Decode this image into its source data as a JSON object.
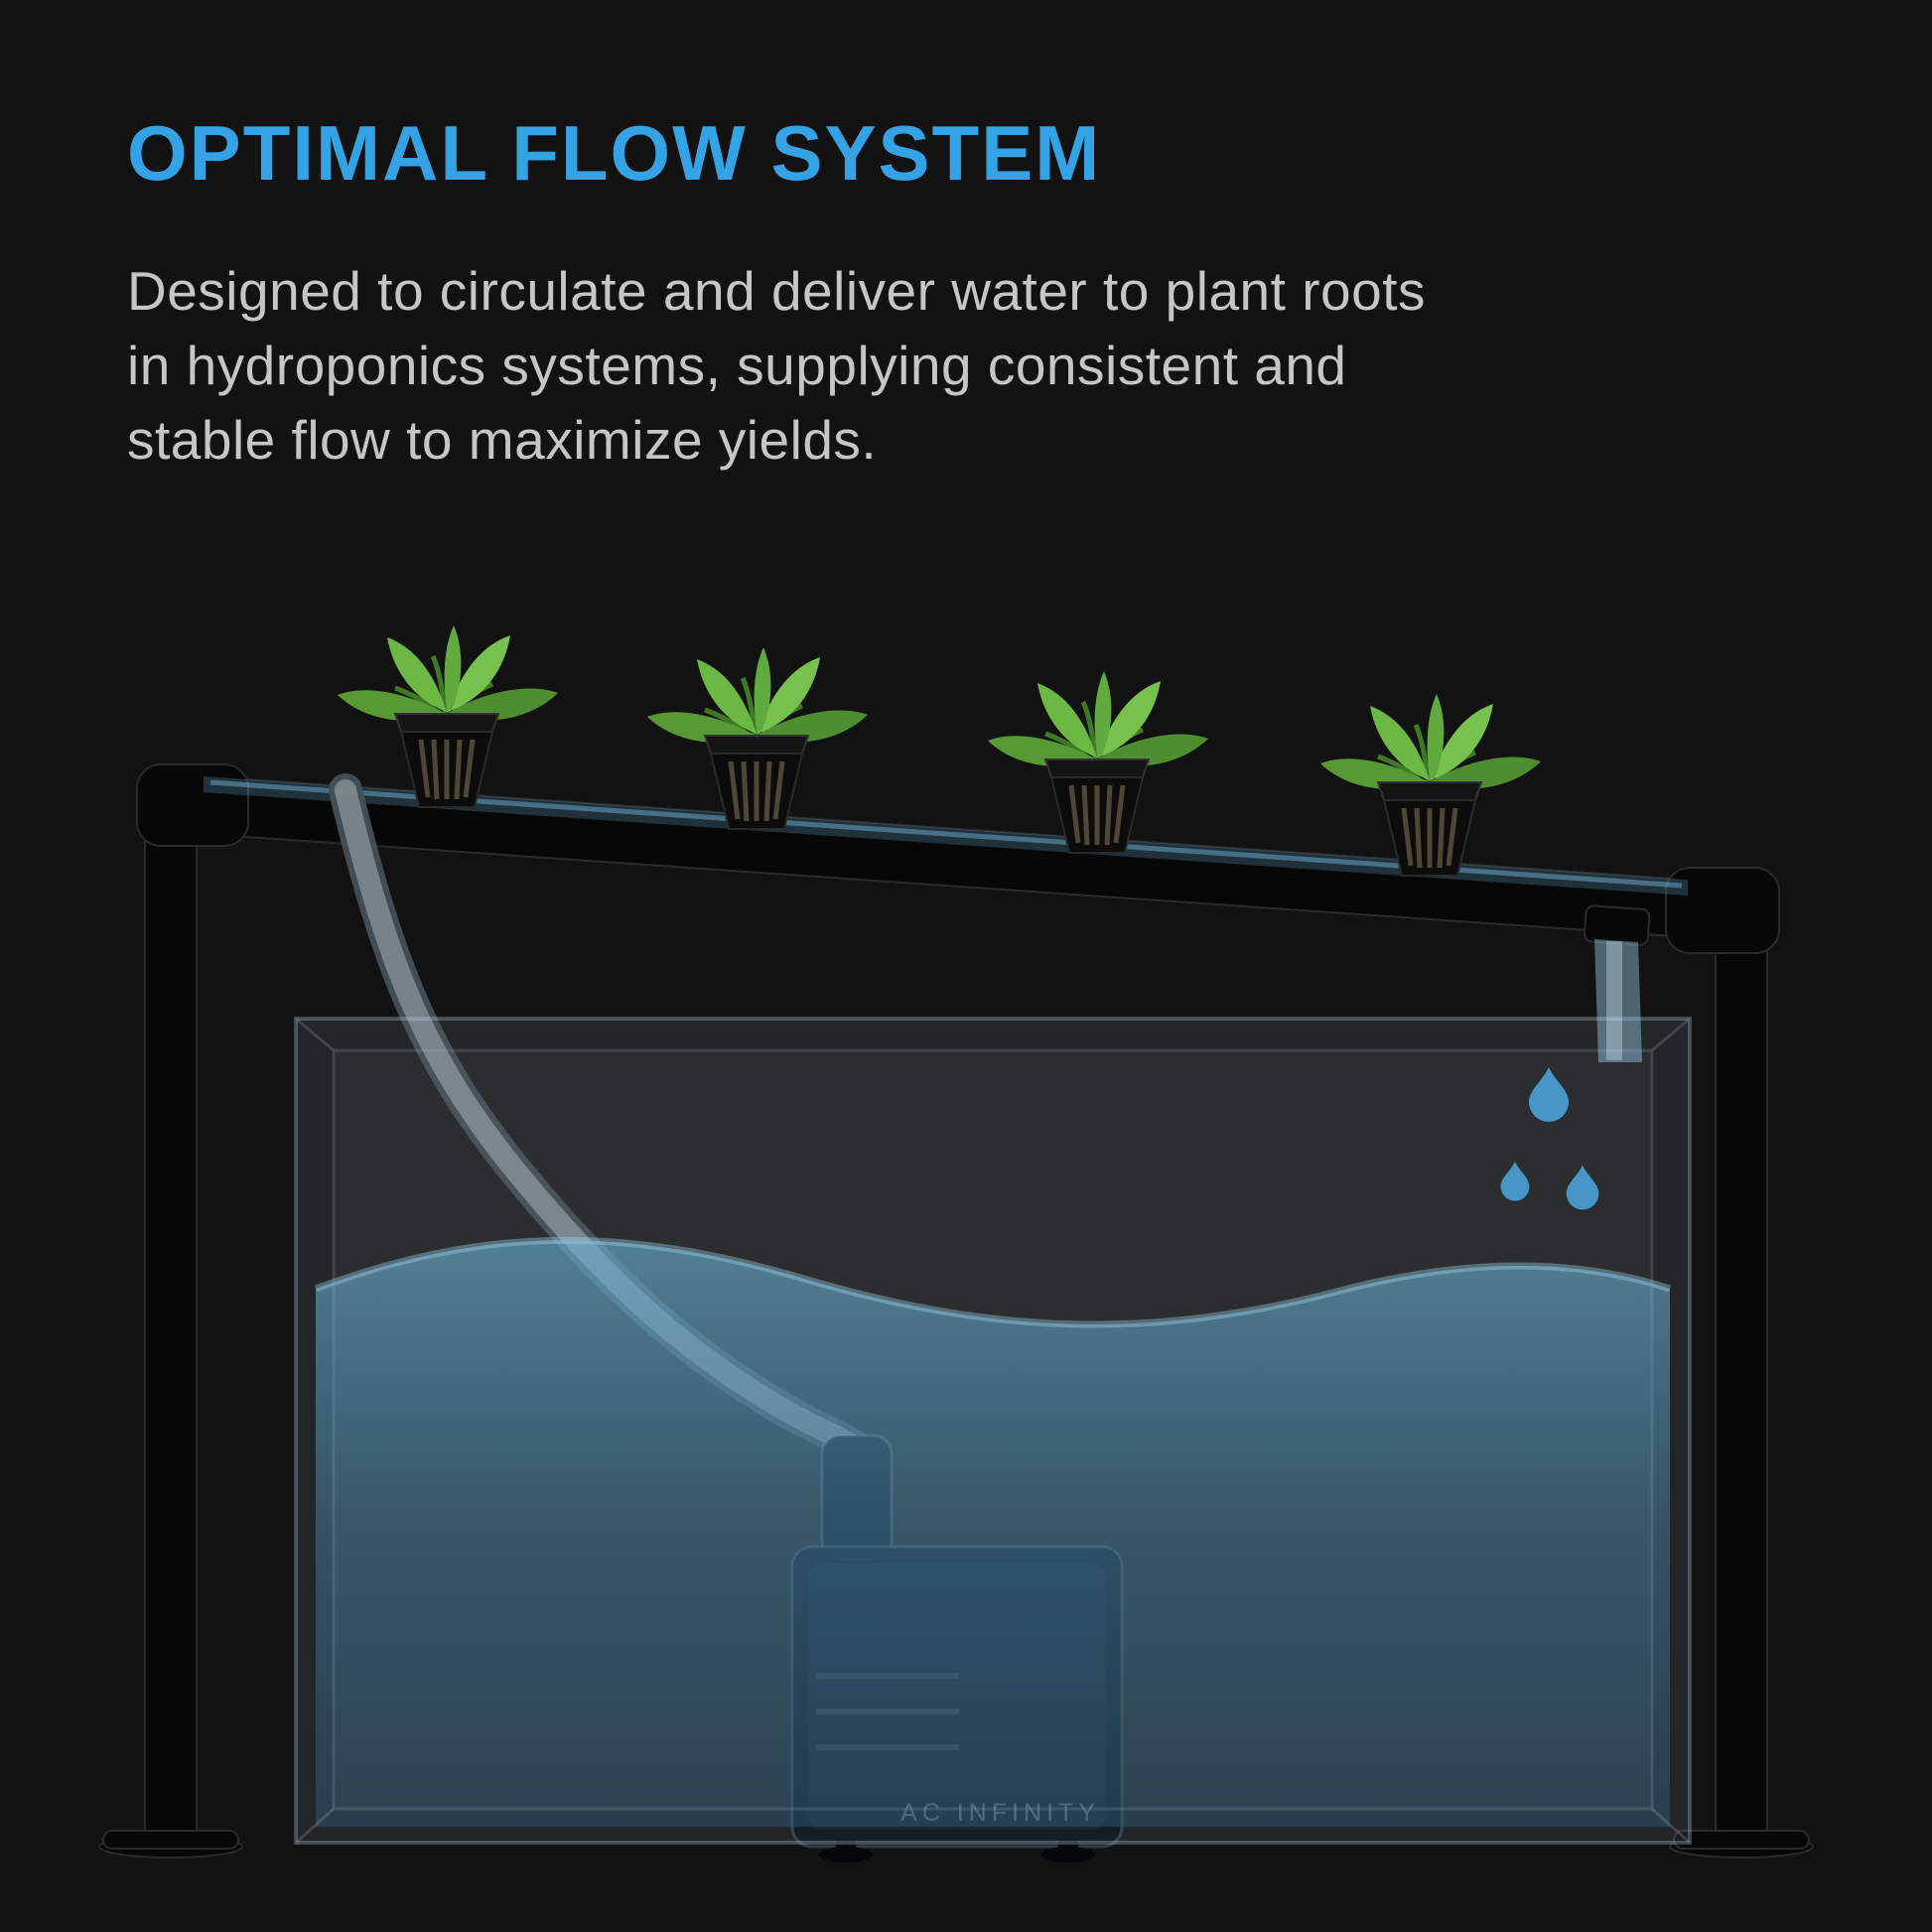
{
  "meta": {
    "background_color": "#121212",
    "accent_color": "#33a3e6",
    "body_text_color": "#c6c6c6"
  },
  "header": {
    "title": "OPTIMAL FLOW SYSTEM",
    "description": "Designed to circulate and deliver water to plant roots in hydroponics systems, supplying consistent and stable flow to maximize yields."
  },
  "diagram": {
    "name": "hydroponic-optimal-flow-diagram",
    "pump_label": "AC INFINITY",
    "plant_count": 4,
    "water_drop_count": 3,
    "elements": [
      "grow-channel-pipe",
      "support-frame-legs",
      "net-pot-plant-icons",
      "water-return-tube",
      "reservoir-tank",
      "reservoir-water",
      "submersible-pump",
      "water-outlet-stream",
      "water-drop-icons"
    ],
    "colors": {
      "water": "#4f9cc7",
      "leaf": "#63ad3e",
      "frame": "#070707"
    }
  }
}
